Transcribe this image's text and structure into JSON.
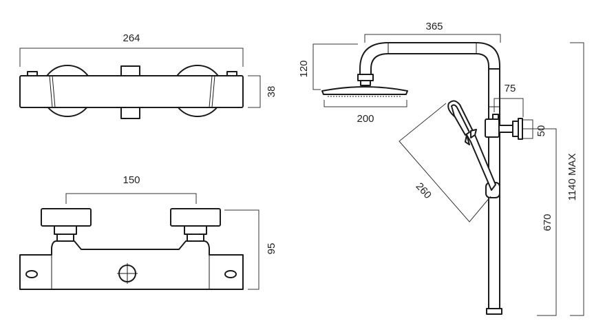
{
  "dimensions": {
    "top_width": "264",
    "top_height": "38",
    "valve_spacing": "150",
    "front_height": "95",
    "arm_reach": "365",
    "head_drop": "120",
    "head_diameter": "200",
    "bracket_offset": "75",
    "bracket_height": "50",
    "hose_length": "260",
    "bracket_position": "670",
    "total_height": "1140 MAX"
  }
}
